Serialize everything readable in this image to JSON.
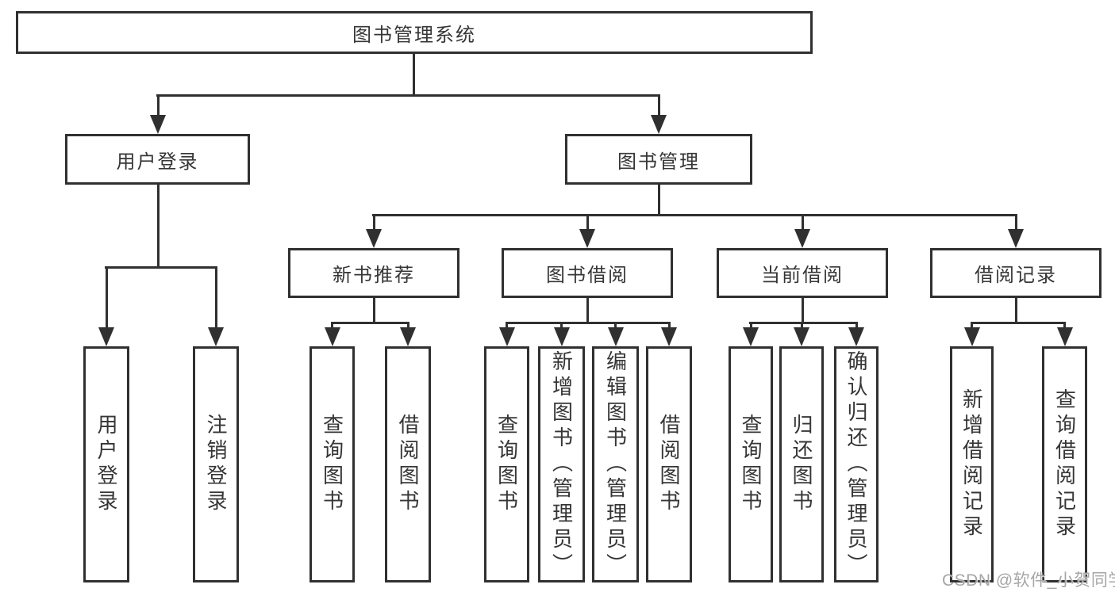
{
  "colors": {
    "line": "#303030",
    "text": "#363636",
    "watermark": "#a6a6a6",
    "background": "#ffffff"
  },
  "watermark": {
    "text": "CSDN @软件_小贺同学"
  },
  "nodes": {
    "root": {
      "label": "图书管理系统"
    },
    "user_login": {
      "label": "用户登录"
    },
    "book_mgmt": {
      "label": "图书管理"
    },
    "new_book_rec": {
      "label": "新书推荐"
    },
    "book_borrow": {
      "label": "图书借阅"
    },
    "current_borrow": {
      "label": "当前借阅"
    },
    "borrow_records": {
      "label": "借阅记录"
    },
    "leaf_user_login": {
      "label": "用户登录"
    },
    "leaf_logout": {
      "label": "注销登录"
    },
    "leaf_nbr_query": {
      "label": "查询图书"
    },
    "leaf_nbr_borrow": {
      "label": "借阅图书"
    },
    "leaf_bb_query": {
      "label": "查询图书"
    },
    "leaf_bb_add": {
      "label": "新增图书（管理员）"
    },
    "leaf_bb_edit": {
      "label": "编辑图书（管理员）"
    },
    "leaf_bb_borrow": {
      "label": "借阅图书"
    },
    "leaf_cb_query": {
      "label": "查询图书"
    },
    "leaf_cb_return": {
      "label": "归还图书"
    },
    "leaf_cb_confirm": {
      "label": "确认归还（管理员）"
    },
    "leaf_br_add": {
      "label": "新增借阅记录"
    },
    "leaf_br_query": {
      "label": "查询借阅记录"
    }
  },
  "edges": [
    {
      "from": "root",
      "to": [
        "user_login",
        "book_mgmt"
      ]
    },
    {
      "from": "user_login",
      "to": [
        "leaf_user_login",
        "leaf_logout"
      ]
    },
    {
      "from": "book_mgmt",
      "to": [
        "new_book_rec",
        "book_borrow",
        "current_borrow",
        "borrow_records"
      ]
    },
    {
      "from": "new_book_rec",
      "to": [
        "leaf_nbr_query",
        "leaf_nbr_borrow"
      ]
    },
    {
      "from": "book_borrow",
      "to": [
        "leaf_bb_query",
        "leaf_bb_add",
        "leaf_bb_edit",
        "leaf_bb_borrow"
      ]
    },
    {
      "from": "current_borrow",
      "to": [
        "leaf_cb_query",
        "leaf_cb_return",
        "leaf_cb_confirm"
      ]
    },
    {
      "from": "borrow_records",
      "to": [
        "leaf_br_add",
        "leaf_br_query"
      ]
    }
  ]
}
